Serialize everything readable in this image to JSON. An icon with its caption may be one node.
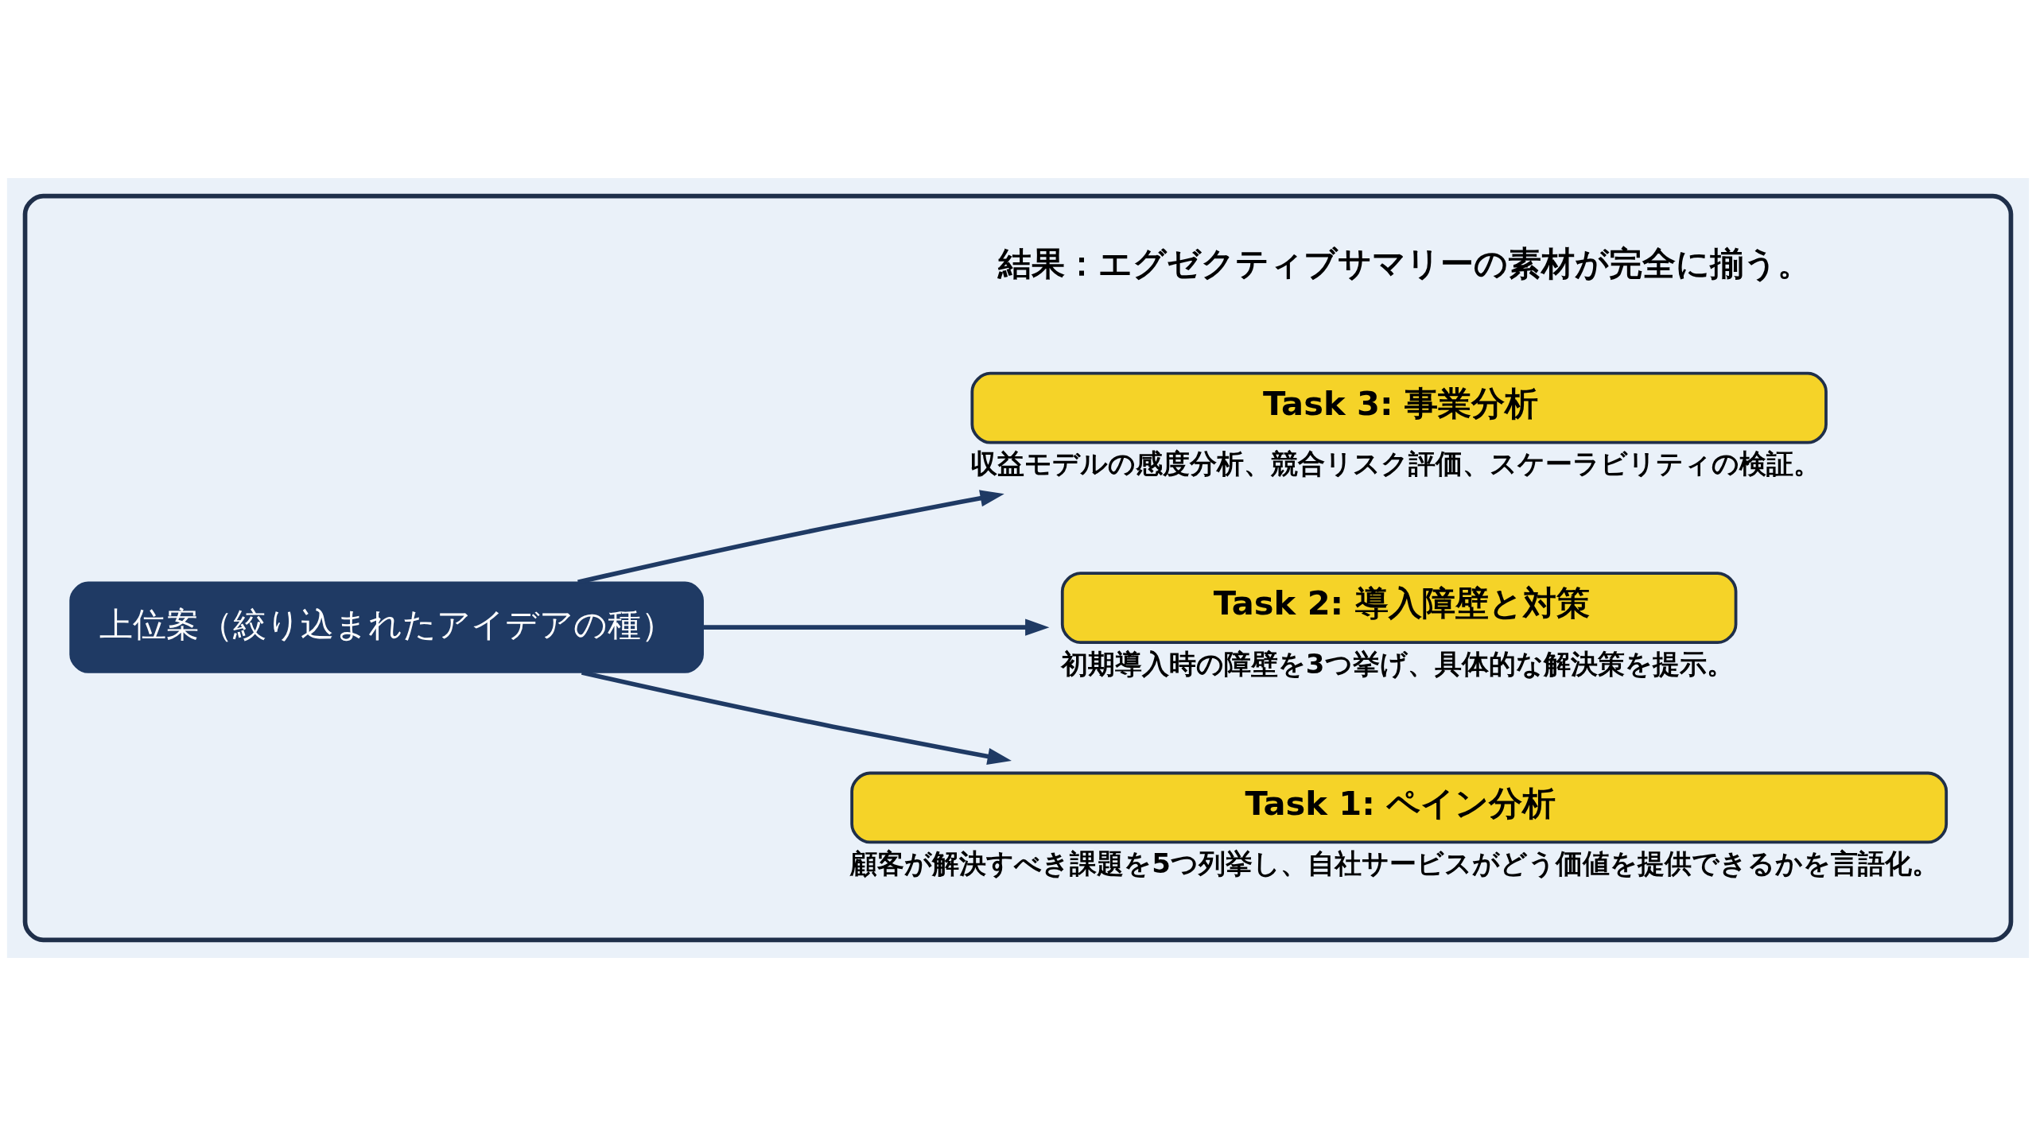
{
  "diagram": {
    "nodes": [
      {
        "text": [],
        "shape": "box"
      },
      {
        "text": [
          "上位案（絞り込まれたアイデアの種）"
        ],
        "in": 0
      },
      {
        "text": [
          "Task 1: ペイン分析"
        ],
        "beside": [
          "顧客が解決すべき課題を5つ列挙し、自社サービスがどう価値を提供できるかを言語化。"
        ],
        "in": 0
      },
      {
        "text": [
          "Task 2: 導入障壁と対策"
        ],
        "beside": [
          "初期導入時の障壁を3つ挙げ、具体的な解決策を提示。"
        ],
        "in": 0
      },
      {
        "text": [
          "Task 3: 事業分析"
        ],
        "beside": [
          "収益モデルの感度分析、競合リスク評価、スケーラビリティの検証。"
        ],
        "in": 0
      }
    ],
    "edges": [
      {
        "from": 1,
        "to": 2,
        "arrow": "to"
      },
      {
        "from": 1,
        "to": 3,
        "arrow": "to"
      },
      {
        "from": 1,
        "to": 4,
        "arrow": "to"
      }
    ],
    "labels": [
      "結果：エグゼクティブサマリーの素材が完全に揃う。"
    ]
  }
}
